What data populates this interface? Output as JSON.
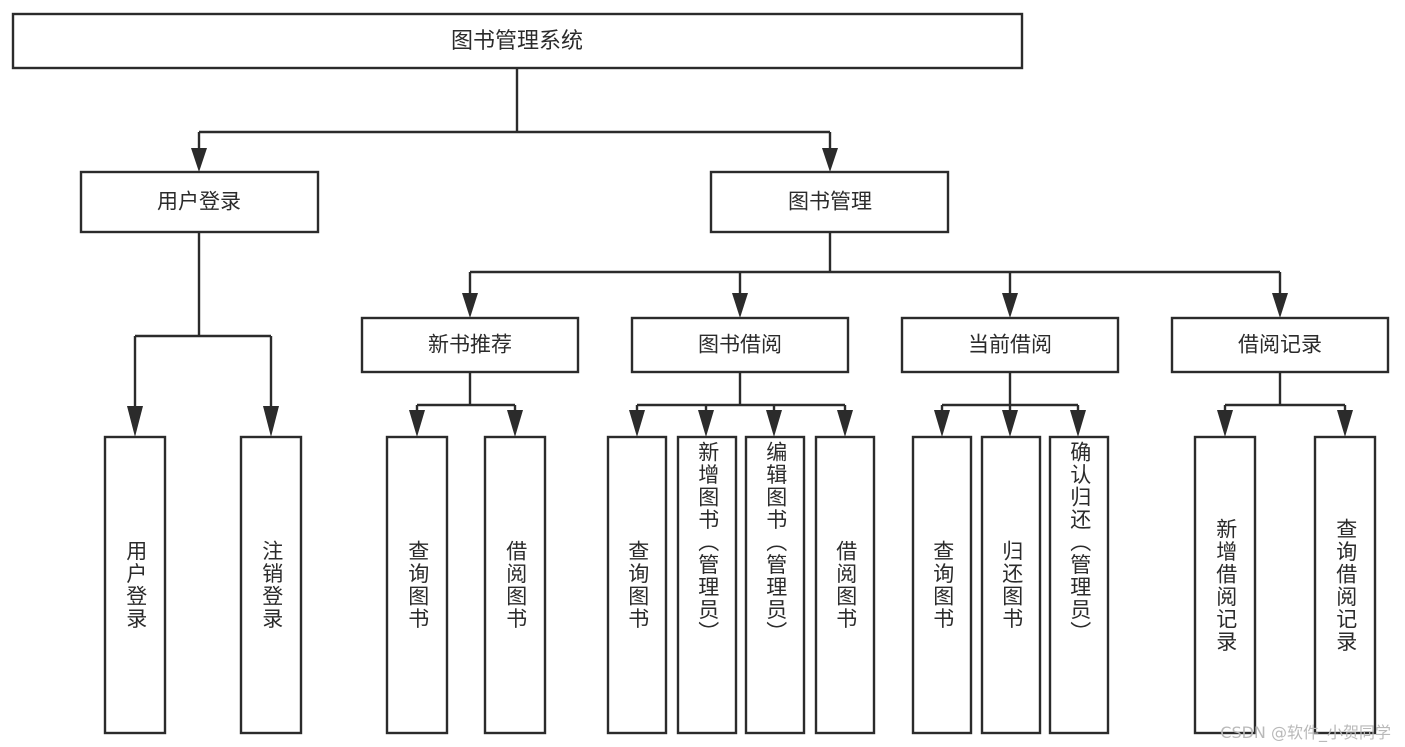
{
  "diagram": {
    "title": "图书管理系统",
    "type": "tree",
    "watermark": "CSDN @软件_小贺同学",
    "colors": {
      "stroke": "#2b2b2b",
      "fill": "#ffffff",
      "text": "#2b2b2b",
      "watermark": "#b9b9b9"
    },
    "root": {
      "label": "图书管理系统"
    },
    "level2": [
      {
        "label": "用户登录"
      },
      {
        "label": "图书管理"
      }
    ],
    "level3": [
      {
        "label": "新书推荐"
      },
      {
        "label": "图书借阅"
      },
      {
        "label": "当前借阅"
      },
      {
        "label": "借阅记录"
      }
    ],
    "leaves": {
      "user_login": [
        {
          "label": "用户登录"
        },
        {
          "label": "注销登录"
        }
      ],
      "new_book_recommend": [
        {
          "label": "查询图书"
        },
        {
          "label": "借阅图书"
        }
      ],
      "book_borrow": [
        {
          "label": "查询图书"
        },
        {
          "label": "新增图书（管理员）"
        },
        {
          "label": "编辑图书（管理员）"
        },
        {
          "label": "借阅图书"
        }
      ],
      "current_borrow": [
        {
          "label": "查询图书"
        },
        {
          "label": "归还图书"
        },
        {
          "label": "确认归还（管理员）"
        }
      ],
      "borrow_record": [
        {
          "label": "新增借阅记录"
        },
        {
          "label": "查询借阅记录"
        }
      ]
    }
  }
}
